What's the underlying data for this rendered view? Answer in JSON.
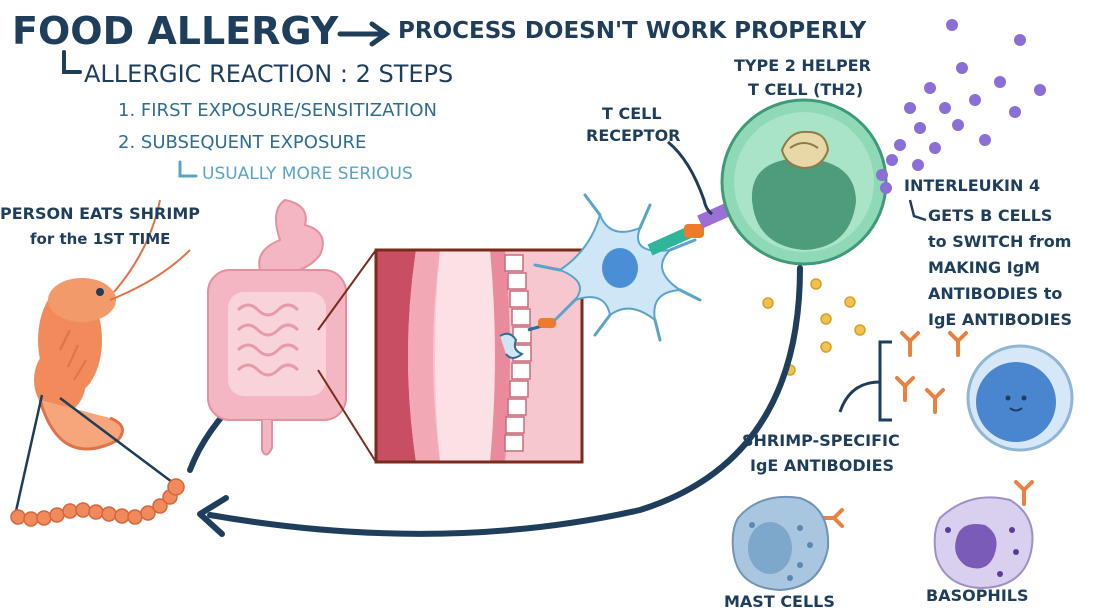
{
  "title": {
    "main": "FOOD ALLERGY",
    "sub": "PROCESS DOESN'T WORK PROPERLY"
  },
  "steps": {
    "header": "ALLERGIC REACTION :  2 STEPS",
    "step1": "1. FIRST EXPOSURE/SENSITIZATION",
    "step2": "2. SUBSEQUENT EXPOSURE",
    "note": "USUALLY MORE SERIOUS"
  },
  "labels": {
    "person_line1": "PERSON EATS SHRIMP",
    "person_line2": "for the 1ST TIME",
    "tcr_line1": "T CELL",
    "tcr_line2": "RECEPTOR",
    "th2_line1": "TYPE 2 HELPER",
    "th2_line2": "T CELL (TH2)",
    "il4_title": "INTERLEUKIN 4",
    "il4_line1": "GETS B CELLS",
    "il4_line2": "to SWITCH from",
    "il4_line3": "MAKING IgM",
    "il4_line4": "ANTIBODIES to",
    "il4_line5": "IgE ANTIBODIES",
    "ige_line1": "SHRIMP-SPECIFIC",
    "ige_line2": "IgE ANTIBODIES",
    "mast": "MAST CELLS",
    "basophils": "BASOPHILS"
  },
  "colors": {
    "navy": "#1f3e5c",
    "blue_text": "#2f6d94",
    "light_blue_text": "#5aa4c7",
    "shrimp": "#f28a5c",
    "gut": "#f4b6c2",
    "th2_cell": "#8fd9b6",
    "interleukin": "#8b6fd6",
    "antibody": "#e9823f",
    "yellow_dots": "#f2c14e"
  }
}
